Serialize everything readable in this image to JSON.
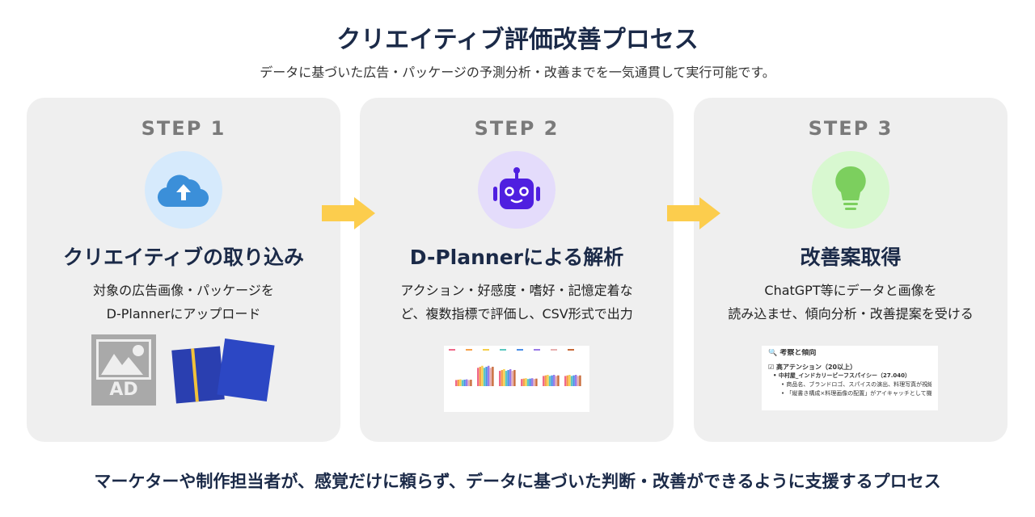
{
  "title": "クリエイティブ評価改善プロセス",
  "subtitle": "データに基づいた広告・パッケージの予測分析・改善までを一気通貫して実行可能です。",
  "steps": [
    {
      "label": "STEP 1",
      "icon": "cloud-upload-icon",
      "heading": "クリエイティブの取り込み",
      "desc1": "対象の広告画像・パッケージを",
      "desc2": "D-Plannerにアップロード",
      "ad_label": "AD"
    },
    {
      "label": "STEP 2",
      "icon": "robot-icon",
      "heading": "D-Plannerによる解析",
      "desc1": "アクション・好感度・嗜好・記憶定着な",
      "desc2": "ど、複数指標で評価し、CSV形式で出力"
    },
    {
      "label": "STEP 3",
      "icon": "lightbulb-icon",
      "heading": "改善案取得",
      "desc1": "ChatGPT等にデータと画像を",
      "desc2": "読み込ませ、傾向分析・改善提案を受ける",
      "insight": {
        "title": "考察と傾向",
        "section": "高アテンション（20以上）",
        "item": "中村屋_インドカリービーフスパイシー（27.040）",
        "sub1": "商品名、ブランドロゴ、スパイスの演出、料理写真が視線集中の起点。",
        "sub2": "「縦書き構成×料理画像の配置」がアイキャッチとして機能。"
      }
    }
  ],
  "bottom": "マーケターや制作担当者が、感覚だけに頼らず、データに基づいた判断・改善ができるように支援するプロセス",
  "colors": {
    "navy": "#1b2a48",
    "arrow": "#fccd4d",
    "upload": "#3b8fd9",
    "robot": "#4f1fe0",
    "bulb": "#7ccf5e"
  }
}
